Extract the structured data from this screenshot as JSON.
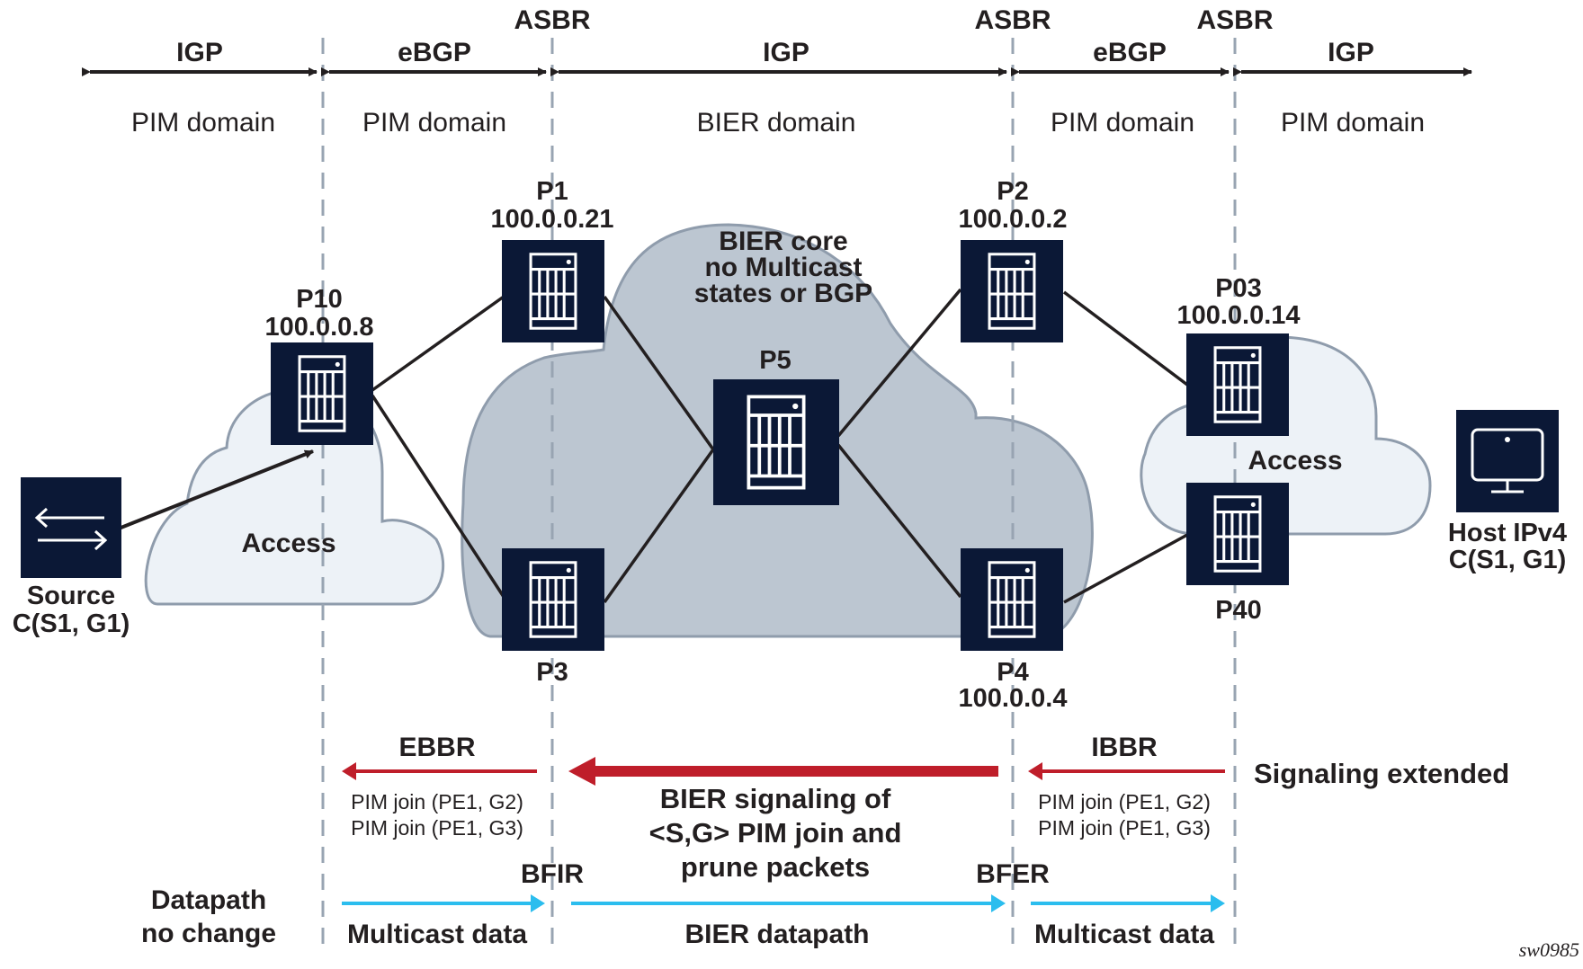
{
  "top": {
    "asbr_labels": [
      "ASBR",
      "ASBR",
      "ASBR"
    ],
    "protocol_spans": [
      {
        "protocol": "IGP",
        "domain": "PIM domain"
      },
      {
        "protocol": "eBGP",
        "domain": "PIM domain"
      },
      {
        "protocol": "IGP",
        "domain": "BIER domain"
      },
      {
        "protocol": "eBGP",
        "domain": "PIM domain"
      },
      {
        "protocol": "IGP",
        "domain": "PIM domain"
      }
    ]
  },
  "clouds": {
    "left_access": "Access",
    "bier_core": [
      "BIER core",
      "no Multicast",
      "states or BGP"
    ],
    "right_access": "Access"
  },
  "nodes": {
    "source": {
      "name": "Source",
      "sub": "C(S1, G1)",
      "icon": "switch-arrows-icon"
    },
    "p10": {
      "name": "P10",
      "ip": "100.0.0.8",
      "icon": "router-icon"
    },
    "p1": {
      "name": "P1",
      "ip": "100.0.0.21",
      "icon": "router-icon"
    },
    "p3": {
      "name": "P3",
      "icon": "router-icon"
    },
    "p5": {
      "name": "P5",
      "icon": "router-icon"
    },
    "p2": {
      "name": "P2",
      "ip": "100.0.0.2",
      "icon": "router-icon"
    },
    "p4": {
      "name": "P4",
      "ip": "100.0.0.4",
      "icon": "router-icon"
    },
    "p03": {
      "name": "P03",
      "ip": "100.0.0.14",
      "icon": "router-icon"
    },
    "p40": {
      "name": "P40",
      "icon": "router-icon"
    },
    "host": {
      "name": "Host IPv4",
      "sub": "C(S1, G1)",
      "icon": "monitor-icon"
    }
  },
  "signaling": {
    "ebbr": {
      "label": "EBBR",
      "lines": [
        "PIM join (PE1, G2)",
        "PIM join (PE1, G3)"
      ]
    },
    "bier": {
      "lines": [
        "BIER signaling of",
        "<S,G> PIM join and",
        "prune packets"
      ]
    },
    "ibbr": {
      "label": "IBBR",
      "lines": [
        "PIM join (PE1, G2)",
        "PIM join (PE1, G3)"
      ]
    },
    "extended": "Signaling extended"
  },
  "datapath": {
    "left_note": [
      "Datapath",
      "no change"
    ],
    "bfir": "BFIR",
    "bfer": "BFER",
    "segments": [
      "Multicast data",
      "BIER datapath",
      "Multicast data"
    ]
  },
  "colors": {
    "node_fill": "#0b1836",
    "core_cloud": "#bcc6d1",
    "access_cloud": "#edf2f7",
    "cloud_stroke": "#8f9cac",
    "divider": "#98a4b2",
    "signal_red": "#bf1e2a",
    "data_blue": "#2bbdee"
  },
  "watermark": "sw0985"
}
